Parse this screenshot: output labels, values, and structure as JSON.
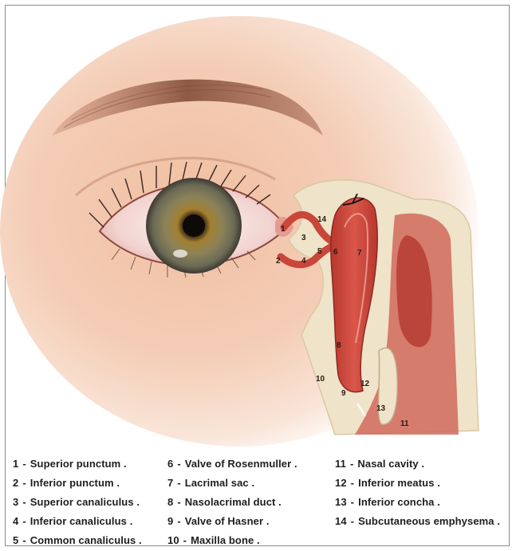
{
  "markers": [
    "1",
    "2",
    "3",
    "4",
    "5",
    "6",
    "7",
    "8",
    "9",
    "10",
    "11",
    "12",
    "13",
    "14"
  ],
  "legend": {
    "columns": [
      [
        {
          "num": "1",
          "label": "Superior punctum ."
        },
        {
          "num": "2",
          "label": "Inferior punctum ."
        },
        {
          "num": "3",
          "label": "Superior canaliculus ."
        },
        {
          "num": "4",
          "label": "Inferior canaliculus ."
        },
        {
          "num": "5",
          "label": "Common canaliculus ."
        }
      ],
      [
        {
          "num": "6",
          "label": "Valve of Rosenmuller ."
        },
        {
          "num": "7",
          "label": "Lacrimal sac ."
        },
        {
          "num": "8",
          "label": "Nasolacrimal duct ."
        },
        {
          "num": "9",
          "label": "Valve of Hasner ."
        },
        {
          "num": "10",
          "label": "Maxilla bone ."
        }
      ],
      [
        {
          "num": "11",
          "label": "Nasal cavity ."
        },
        {
          "num": "12",
          "label": "Inferior meatus ."
        },
        {
          "num": "13",
          "label": "Inferior concha ."
        },
        {
          "num": "14",
          "label": "Subcutaneous emphysema ."
        }
      ]
    ],
    "separator": "-"
  },
  "colors": {
    "skin": "#f2c4a8",
    "iris": "#8a7a4a",
    "bone": "#efe3c9",
    "duct": "#c9463a",
    "lining": "#f3b3a5"
  }
}
